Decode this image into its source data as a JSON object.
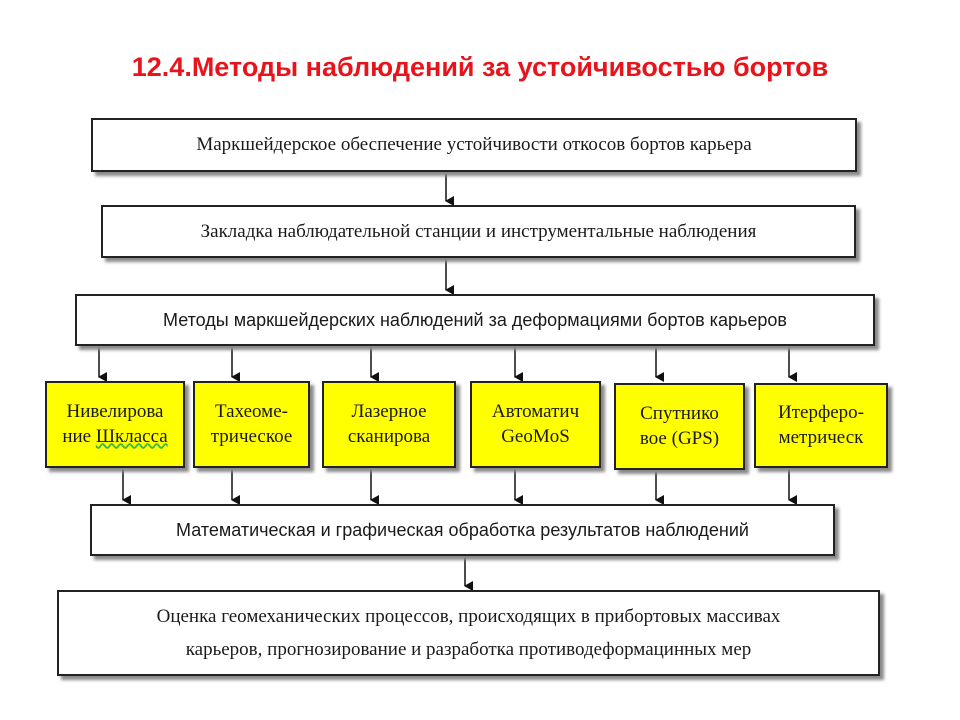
{
  "title": "12.4.Методы наблюдений за устойчивостью бортов",
  "boxes": {
    "b1": "Маркшейдерское обеспечение  устойчивости откосов бортов карьера",
    "b2": "Закладка наблюдательной станции  и  инструментальные наблюдения",
    "b3": "Методы маркшейдерских наблюдений за деформациями бортов карьеров",
    "b5": "Математическая и графическая обработка результатов наблюдений",
    "b6_line1": "Оценка геомеханических процессов, происходящих  в прибортовых массивах",
    "b6_line2": "карьеров, прогнозирование и разработка  противодеформацинных мер"
  },
  "methods": [
    {
      "line1": "Нивелирова",
      "line2_a": "ние ",
      "line2_b": "Шкласса"
    },
    {
      "line1": "Тахеоме-",
      "line2": "трическое"
    },
    {
      "line1": "Лазерное",
      "line2": "сканирова"
    },
    {
      "line1": "Автоматич",
      "line2": "GeoMoS"
    },
    {
      "line1": "Спутнико",
      "line2": "вое (GPS)"
    },
    {
      "line1": "Итерферо-",
      "line2": "метрическ"
    }
  ],
  "colors": {
    "title": "#e8141c",
    "method_fill": "#ffff00",
    "border": "#222222"
  }
}
